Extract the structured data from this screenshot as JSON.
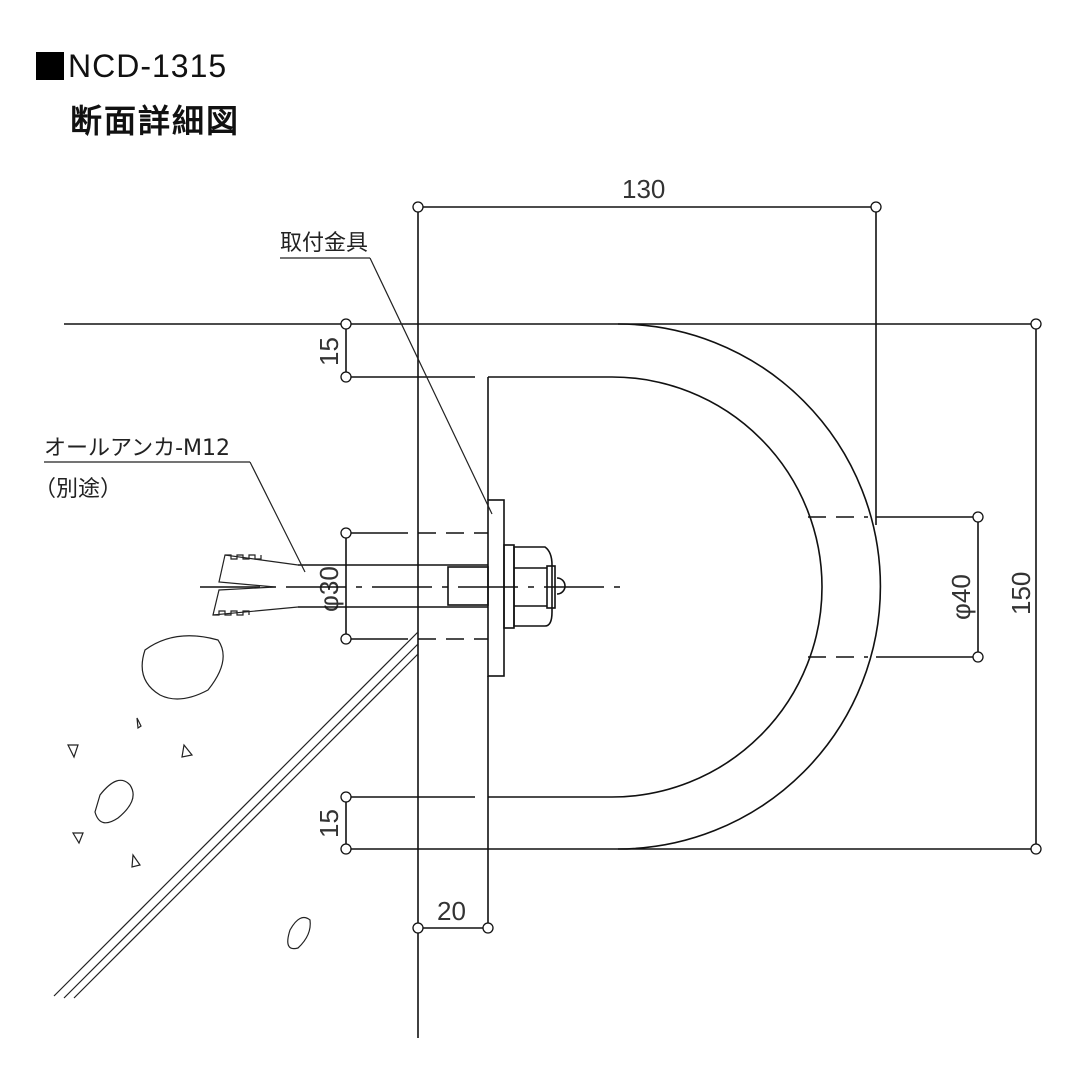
{
  "title": {
    "code": "NCD-1315",
    "subtitle": "断面詳細図"
  },
  "labels": {
    "bracket": "取付金具",
    "anchor": "オールアンカ-M12",
    "anchor_note": "（別途）"
  },
  "dimensions": {
    "width_total": "130",
    "height_total": "150",
    "top_thickness": "15",
    "bottom_thickness": "15",
    "base_offset": "20",
    "pipe_diameter": "φ40",
    "anchor_hole": "φ30"
  },
  "colors": {
    "line": "#111111",
    "text": "#222222",
    "background": "#ffffff"
  }
}
